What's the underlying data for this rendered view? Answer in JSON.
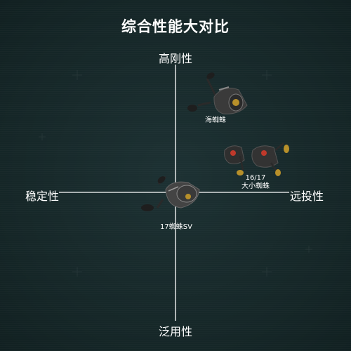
{
  "title": "综合性能大对比",
  "axes": {
    "top": "高刚性",
    "bottom": "泛用性",
    "left": "稳定性",
    "right": "远投性"
  },
  "products": [
    {
      "name": "海蜘蛛"
    },
    {
      "name_line1": "16/17",
      "name_line2": "大小蜘蛛"
    },
    {
      "name": "17蜘蛛SV"
    }
  ],
  "colors": {
    "background": "#17292a",
    "axis": "#ffffff",
    "text": "#ffffff"
  }
}
